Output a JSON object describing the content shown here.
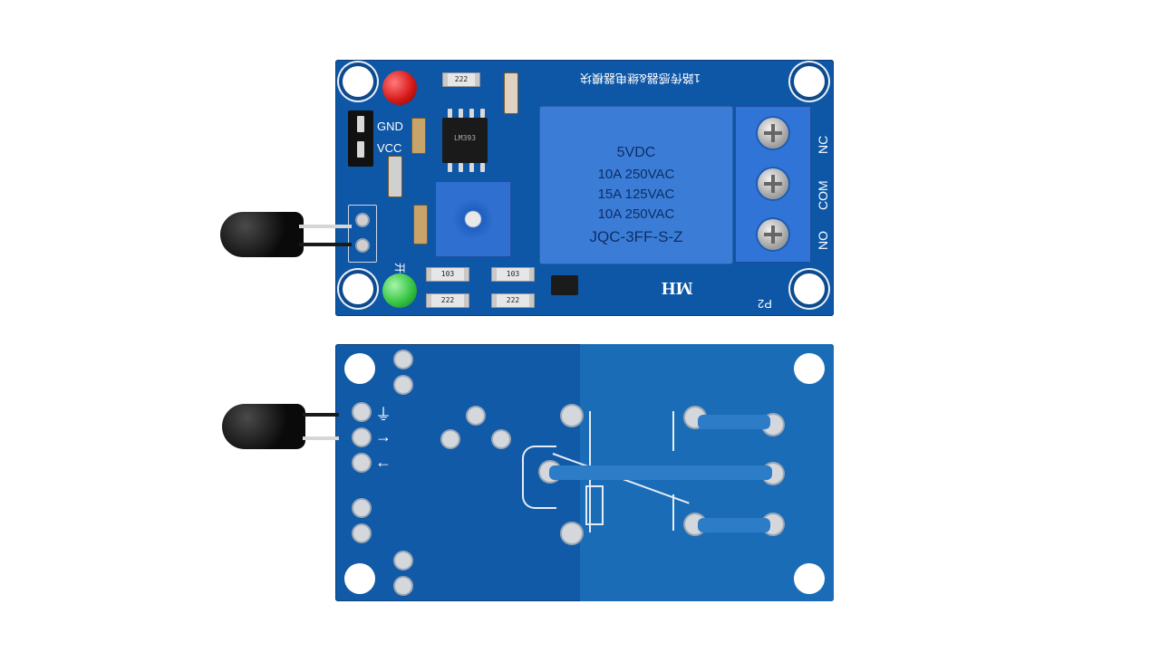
{
  "top_board": {
    "header_chinese": "1路传感器&继电器模块",
    "pin_gnd": "GND",
    "pin_vcc": "VCC",
    "ic_text": "LM393",
    "relay": {
      "line1": "5VDC",
      "line2": "10A 250VAC",
      "line3": "15A 125VAC",
      "line4": "10A 250VAC",
      "model": "JQC-3FF-S-Z"
    },
    "terminal_labels": [
      "NC",
      "COM",
      "NO"
    ],
    "brand": "MH",
    "board_id": "P2",
    "resistor_codes": [
      "222",
      "103",
      "103",
      "222",
      "222"
    ],
    "side_label": "开关指示"
  },
  "bottom_board": {
    "symbol_ground": "⏚",
    "symbol_in": "→",
    "symbol_out": "←"
  },
  "colors": {
    "pcb_blue": "#0d57a6",
    "relay_blue": "#3b7dd6",
    "led_red": "#d81b1b",
    "led_green": "#38c545"
  }
}
